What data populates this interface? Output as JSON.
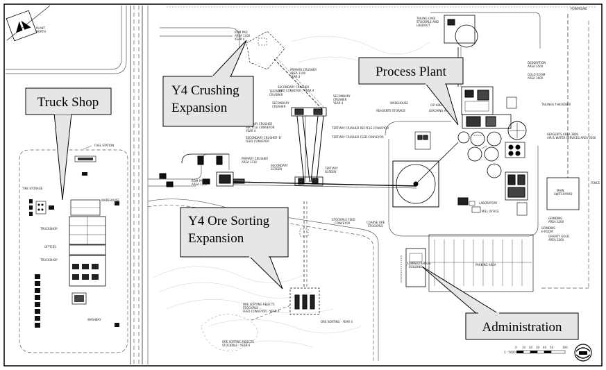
{
  "callouts": {
    "truck_shop": "Truck Shop",
    "crushing": [
      "Y4 Crushing",
      "Expansion"
    ],
    "process_plant": "Process Plant",
    "ore_sorting": [
      "Y4 Ore Sorting",
      "Expansion"
    ],
    "administration": "Administration"
  },
  "map_labels": {
    "north": [
      "PLANT",
      "NORTH"
    ],
    "fuel_station": "FUEL STATION",
    "tire_storage": "TIRE STORAGE",
    "warehouse_ts": "WAREHOUSE",
    "truckshop_1": "TRUCKSHOP",
    "offices": "OFFICES",
    "truckshop_2": "TRUCKSHOP",
    "washbay": "WASHBAY",
    "rom_pad_top": [
      "ROM PAD",
      "AREA 1100",
      "YEAR 4"
    ],
    "primary_crusher_y4": [
      "PRIMARY CRUSHER",
      "AREA 1100",
      "YEAR 4"
    ],
    "secondary_feed_conv": [
      "SECONDARY CRUSHER",
      "FEED CONVEYOR - YEAR 4"
    ],
    "tertiary_crusher": [
      "TERTIARY",
      "CRUSHER"
    ],
    "secondary_crusher_y4": [
      "SECONDARY",
      "CRUSHER",
      "YEAR 4"
    ],
    "secondary_crusher": [
      "SECONDARY",
      "CRUSHER"
    ],
    "primary_recycle": [
      "PRIMARY CRUSHER",
      "RECYCLE CONVEYOR",
      "YEAR 4"
    ],
    "tertiary_recycle": "TERTIARY CRUSHER RECYCLE CONVEYOR",
    "secondary_b_feed": [
      "SECONDARY CRUSHER 'B'",
      "FEED CONVEYOR"
    ],
    "tertiary_feed": "TERTIARY CRUSHER FEED CONVEYOR",
    "rom_pad": [
      "ROM PAD",
      "AREA 1100"
    ],
    "primary_crusher": [
      "PRIMARY CRUSHER",
      "AREA 1110"
    ],
    "secondary_screen": [
      "SECONDARY",
      "SCREEN"
    ],
    "tertiary_screen": [
      "TERTIARY",
      "SCREEN"
    ],
    "stockpile_feed": [
      "STOCKPILE FEED",
      "CONVEYOR"
    ],
    "coarse_ore": [
      "COARSE ORE",
      "STOCKPILE"
    ],
    "warehouse_pp": "WAREHOUSE",
    "reagents_storage": "REAGENTS STORAGE",
    "cip_area": "CIP AREA",
    "leaching_area": "LEACHING AREA",
    "tailing_cake": [
      "TAILING CAKE",
      "STOCKPILE AND",
      "LOADOUT"
    ],
    "desorption": [
      "DESORPTION",
      "AREA 3500"
    ],
    "gold_room": [
      "GOLD ROOM",
      "AREA 3600"
    ],
    "tailings_thickener": "TAILINGS THICKENER",
    "reagents_area": [
      "REAGENTS AREA 3800",
      "AIR & WATER SERVICES AREA 3500"
    ],
    "powerline": "POWERLINE",
    "main_switchyard": [
      "MAIN",
      "SWITCHYARD"
    ],
    "fence": "FENCE",
    "laboratory": "LABORATORY",
    "mill_office": "MILL OFFICE",
    "grinding": [
      "GRINDING",
      "AREA 3200"
    ],
    "e_room": [
      "GRINDING",
      "E-ROOM"
    ],
    "gravity_gold": [
      "GRAVITY GOLD",
      "AREA 3300"
    ],
    "parking": "PARKING AREA",
    "admin_building": [
      "ADMINISTRATION",
      "BUILDING"
    ],
    "ore_sorting_rejects_y4": [
      "ORE SORTING REJECTS",
      "STOCKPILE",
      "FEED CONVEYOR - YEAR 4"
    ],
    "ore_sorting_y4": "ORE SORTING - YEAR 4",
    "ore_sorting_rejects_stockpile": [
      "ORE SORTING REJECTS",
      "STOCKPILE - YEAR 4"
    ],
    "scale_label": "1 : 5000",
    "scale_ticks": [
      "0",
      "10",
      "20",
      "30",
      "40",
      "50",
      "100"
    ]
  }
}
